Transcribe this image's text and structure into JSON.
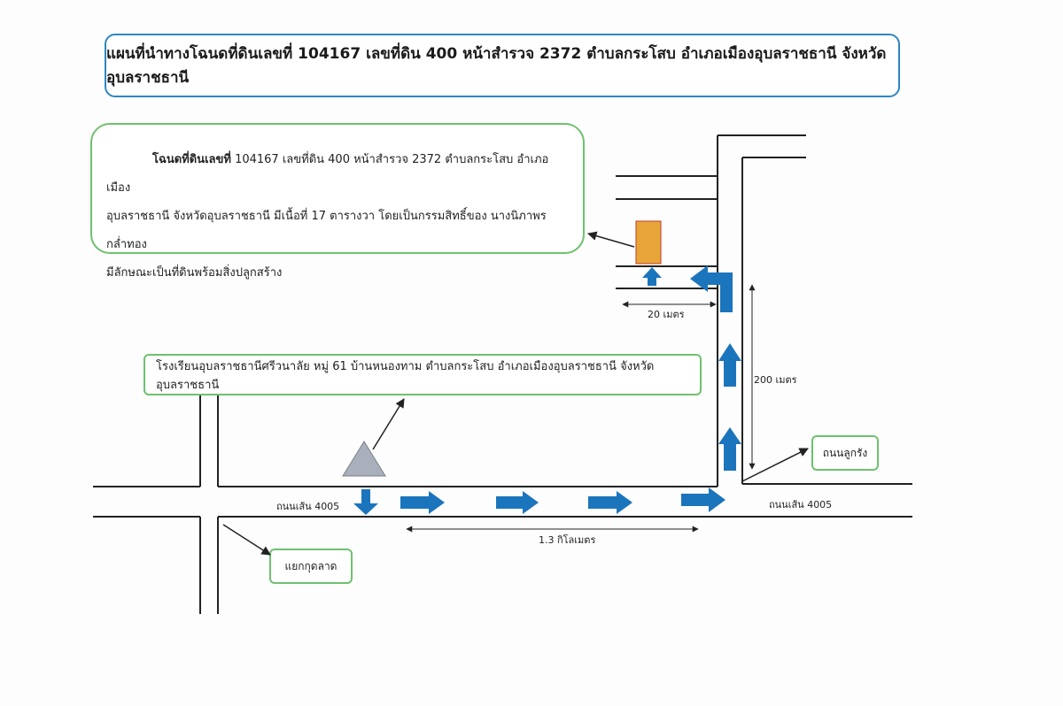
{
  "title": "แผนที่นำทางโฉนดที่ดินเลขที่ 104167 เลขที่ดิน 400 หน้าสำรวจ 2372 ตำบลกระโสบ อำเภอเมืองอุบลราชธานี จังหวัดอุบลราชธานี",
  "info": {
    "bold_lead": "โฉนดที่ดินเลขที่",
    "line1_rest": " 104167 เลขที่ดิน 400 หน้าสำรวจ 2372 ตำบลกระโสบ อำเภอเมือง",
    "line2": "อุบลราชธานี จังหวัดอุบลราชธานี มีเนื้อที่ 17 ตารางวา โดยเป็นกรรมสิทธิ์ของ นางนิภาพร กล่ำทอง",
    "line3": "มีลักษณะเป็นที่ดินพร้อมสิ่งปลูกสร้าง"
  },
  "school": "โรงเรียนอุบลราชธานีศรีวนาลัย หมู่ 61 บ้านหนองทาม ตำบลกระโสบ อำเภอเมืองอุบลราชธานี จังหวัดอุบลราชธานี",
  "labels": {
    "road_left": "ถนนเส้น 4005",
    "road_right": "ถนนเส้น 4005",
    "dist_20": "20 เมตร",
    "dist_200": "200 เมตร",
    "dist_13km": "1.3 กิโลเมตร",
    "luk_rang": "ถนนลูกรัง",
    "yaek_kut": "แยกกุดลาด"
  },
  "colors": {
    "arrow": "#1b75bc",
    "plot": "#e8a63a",
    "landmark": "#a9b0bb",
    "box_green": "#6fc06f",
    "box_blue": "#2e86c1"
  }
}
